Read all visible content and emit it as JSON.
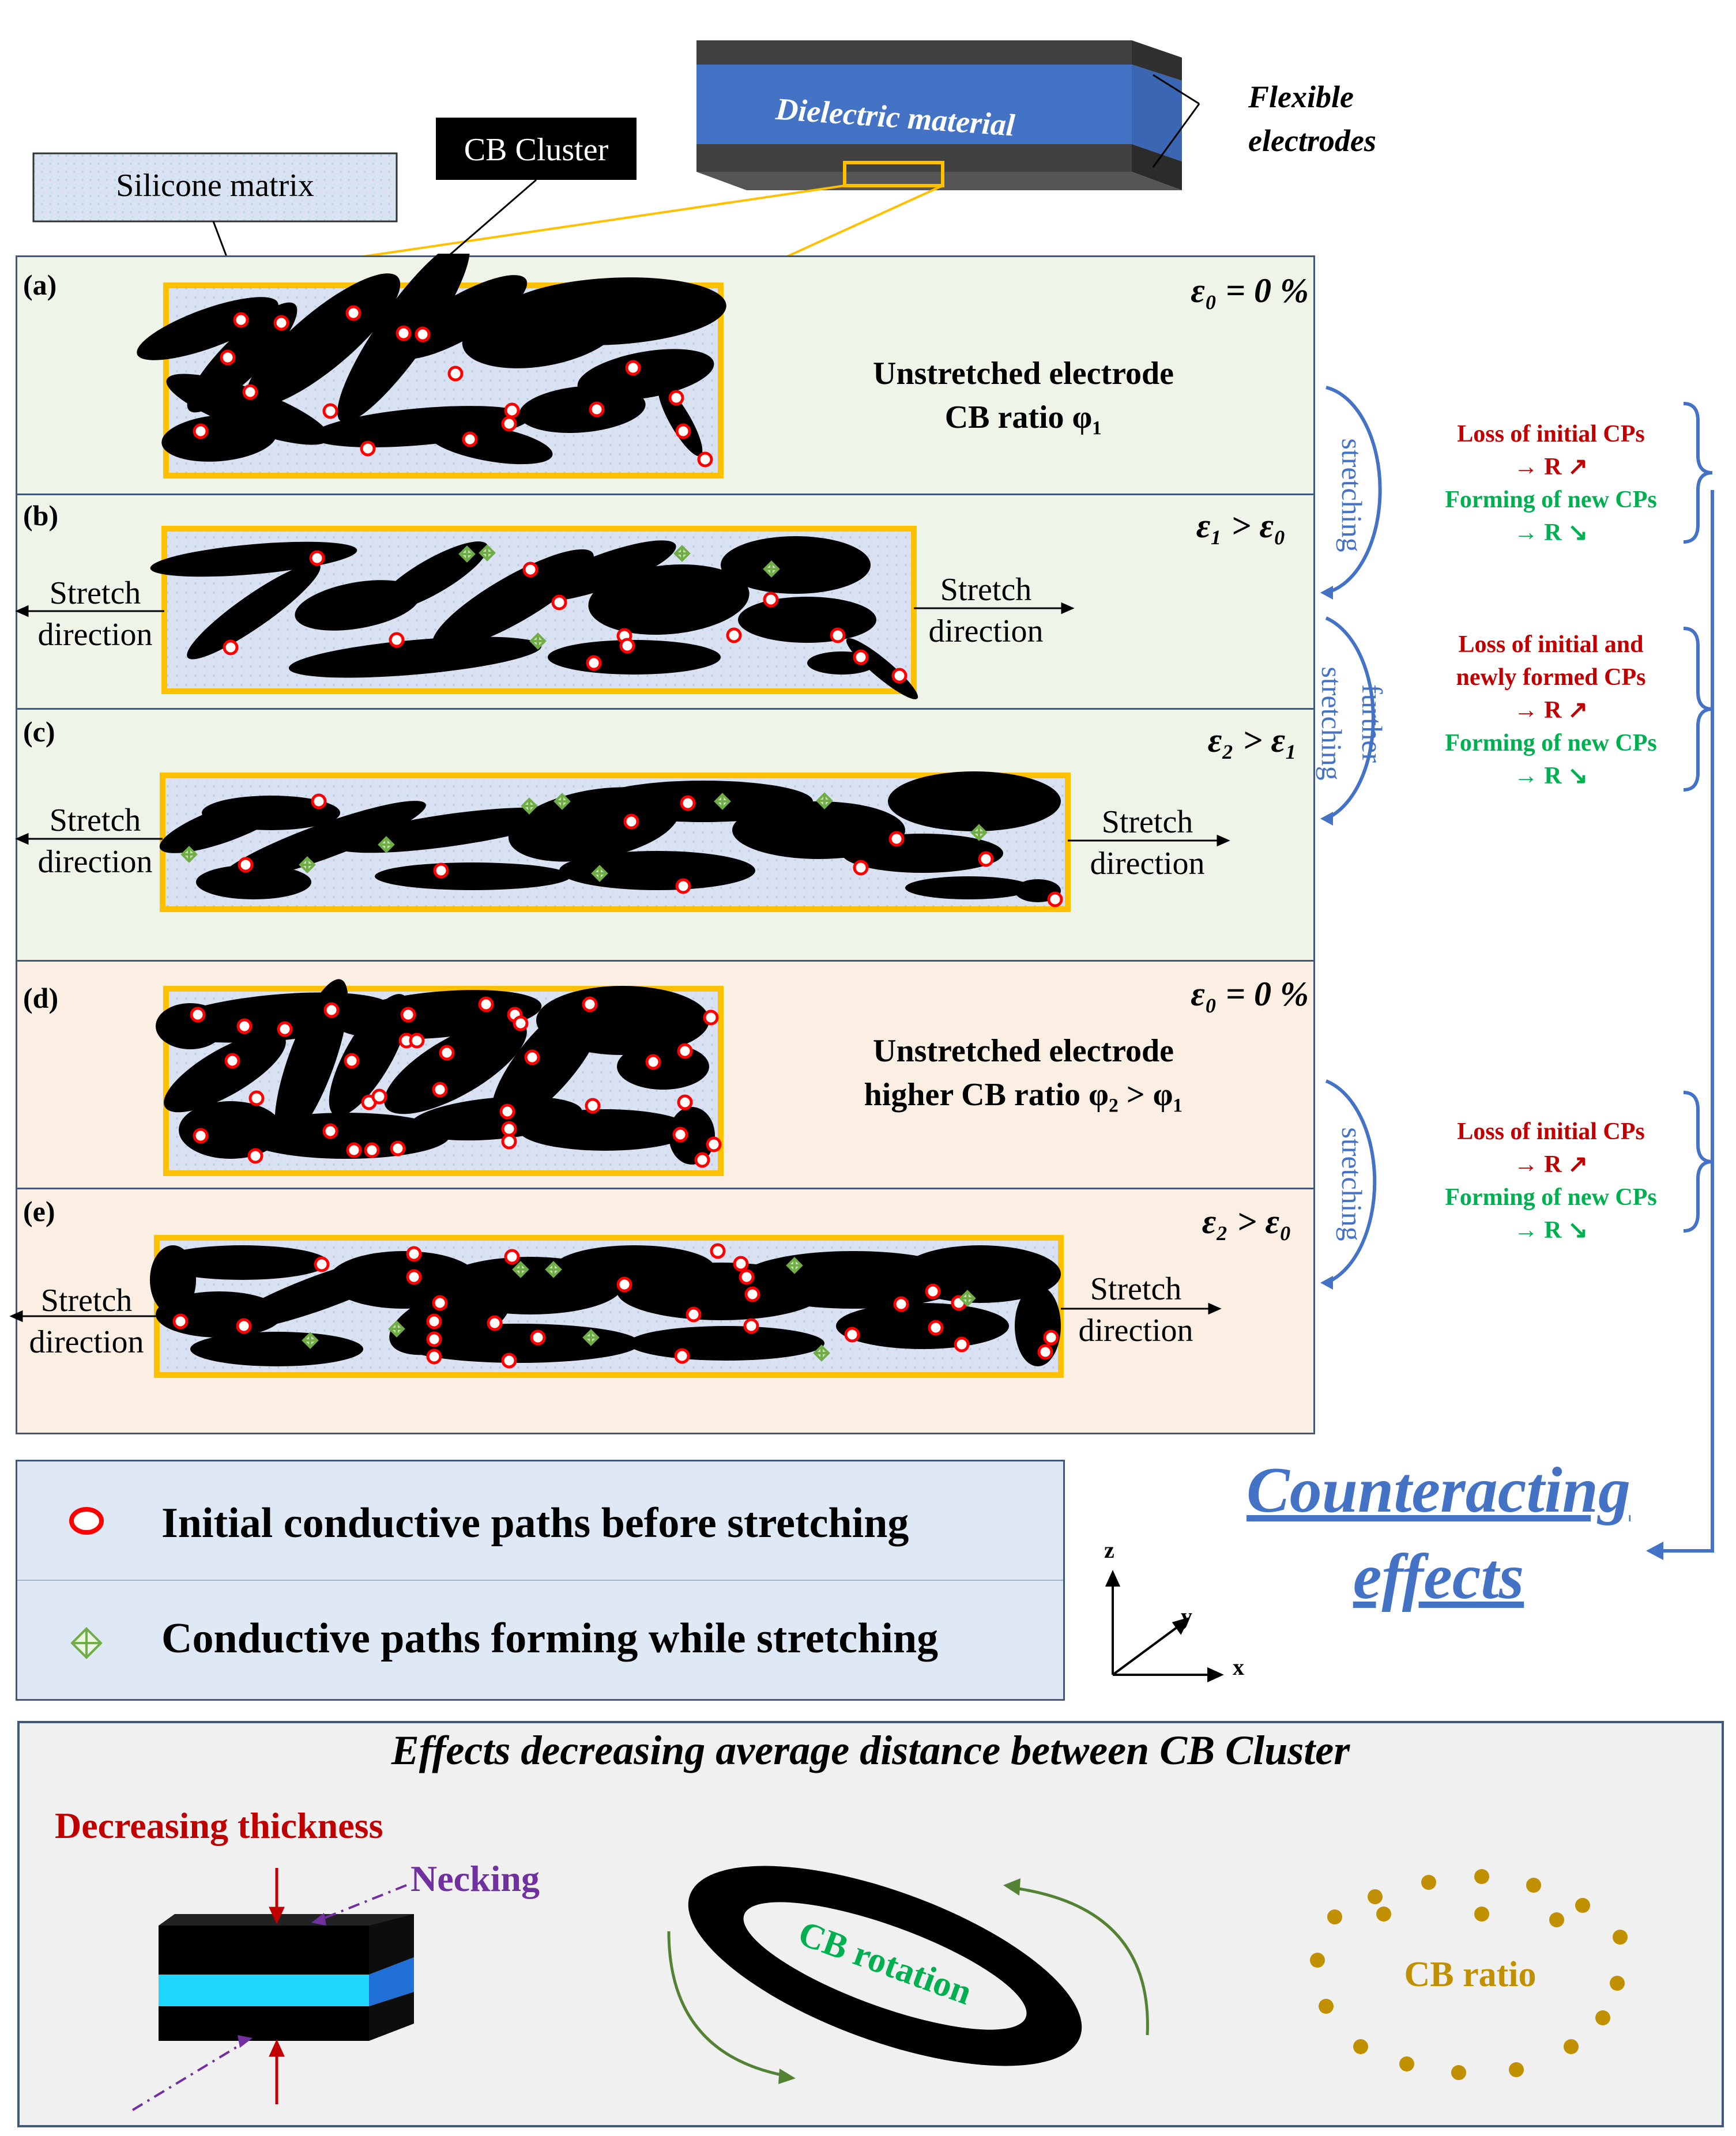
{
  "header": {
    "dielectric_label": "Dielectric material",
    "flexible_electrodes_line1": "Flexible",
    "flexible_electrodes_line2": "electrodes",
    "silicone_matrix": "Silicone matrix",
    "cb_cluster": "CB Cluster"
  },
  "rows": [
    {
      "label": "(a)",
      "strain": "ε₀ = 0 %",
      "title_line1": "Unstretched electrode",
      "title_line2": "CB ratio φ₁"
    },
    {
      "label": "(b)",
      "strain": "ε₁ > ε₀",
      "left_stretch": [
        "Stretch",
        "direction"
      ],
      "right_stretch": [
        "Stretch",
        "direction"
      ]
    },
    {
      "label": "(c)",
      "strain": "ε₂ > ε₁",
      "left_stretch": [
        "Stretch",
        "direction"
      ],
      "right_stretch": [
        "Stretch",
        "direction"
      ]
    },
    {
      "label": "(d)",
      "strain": "ε₀ = 0 %",
      "title_line1": "Unstretched electrode",
      "title_line2": "higher CB ratio φ₂ > φ₁"
    },
    {
      "label": "(e)",
      "strain": "ε₂ > ε₀",
      "left_stretch": [
        "Stretch",
        "direction"
      ],
      "right_stretch": [
        "Stretch",
        "direction"
      ]
    }
  ],
  "side": {
    "stretching": "stretching",
    "further_stretching_line1": "further",
    "further_stretching_line2": "stretching",
    "group1": {
      "loss": "Loss of initial CPs",
      "loss_arrow": "→ R ↗",
      "form": "Forming of new CPs",
      "form_arrow": "→ R ↘"
    },
    "group2": {
      "loss_line1": "Loss of initial and",
      "loss_line2": "newly formed CPs",
      "loss_arrow": "→ R ↗",
      "form": "Forming of new CPs",
      "form_arrow": "→ R ↘"
    },
    "group3": {
      "loss": "Loss of initial CPs",
      "loss_arrow": "→ R ↗",
      "form": "Forming of new CPs",
      "form_arrow": "→ R ↘"
    },
    "counteracting_line1": "Counteracting",
    "counteracting_line2": "effects"
  },
  "legend": {
    "initial": "Initial conductive paths before stretching",
    "forming": "Conductive paths forming while stretching"
  },
  "axes": {
    "z": "z",
    "y": "y",
    "x": "x"
  },
  "bottom": {
    "title": "Effects decreasing average distance between CB Cluster",
    "decreasing_thickness": "Decreasing thickness",
    "necking": "Necking",
    "cb_rotation": "CB rotation",
    "cb_ratio": "CB ratio"
  },
  "colors": {
    "panel_green": "#eef5e8",
    "panel_peach": "#fbefe4",
    "frame_gold": "#ffc000",
    "marker_red": "#ff0000",
    "marker_green": "#70ad47",
    "blue_accent": "#4472c4",
    "legend_bg": "#dfe9f6",
    "bottom_bg": "#f0f0f0"
  }
}
